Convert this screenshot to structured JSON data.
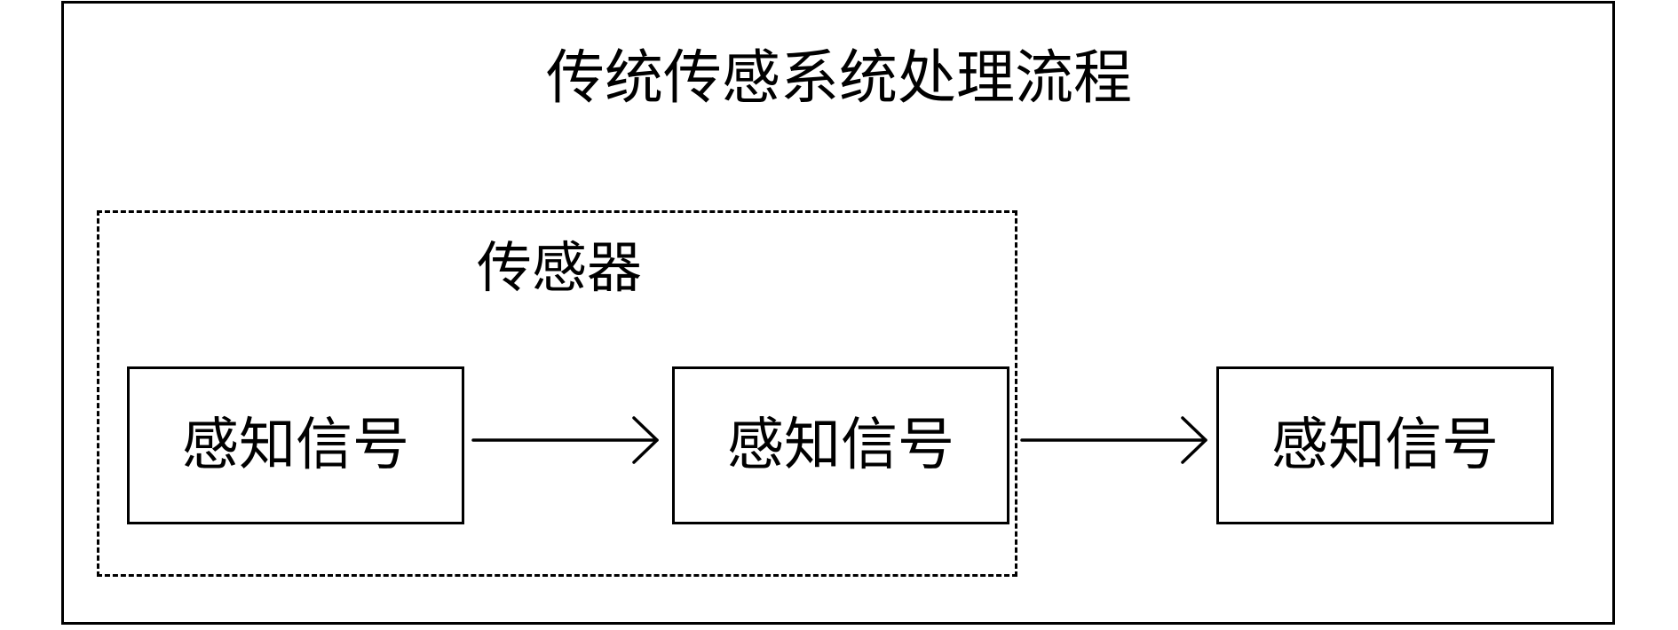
{
  "diagram": {
    "title": "传统传感系统处理流程",
    "group_label": "传感器",
    "nodes": [
      {
        "label": "感知信号"
      },
      {
        "label": "感知信号"
      },
      {
        "label": "感知信号"
      }
    ],
    "colors": {
      "stroke": "#000000",
      "background": "#ffffff"
    }
  }
}
